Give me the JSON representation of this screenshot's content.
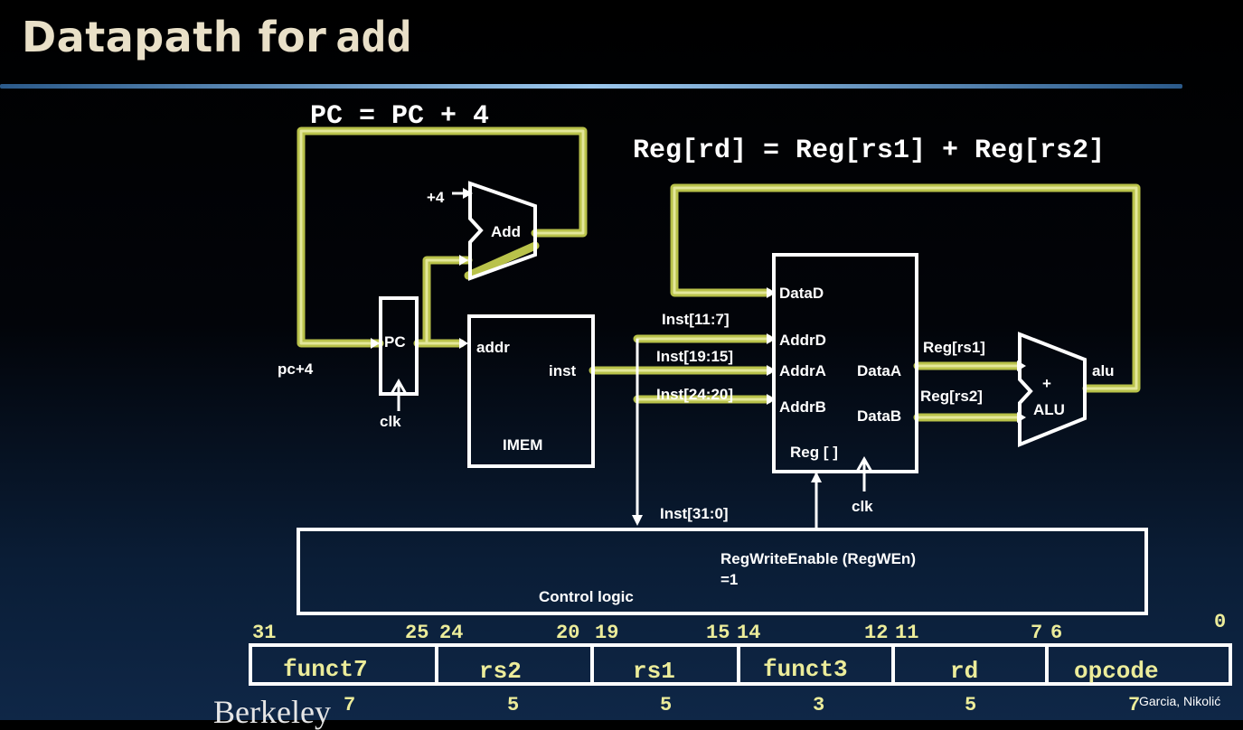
{
  "title": {
    "prefix": "Datapath for",
    "mono": "add"
  },
  "equations": {
    "pc": "PC = PC + 4",
    "reg": "Reg[rd] = Reg[rs1] + Reg[rs2]"
  },
  "adder": {
    "label": "Add",
    "const_input": "+4"
  },
  "pc": {
    "label": "PC",
    "input_label": "pc+4",
    "clock": "clk"
  },
  "imem": {
    "name": "IMEM",
    "addr_port": "addr",
    "inst_port": "inst"
  },
  "regfile": {
    "name": "Reg [ ]",
    "ports": {
      "datad": "DataD",
      "addrd": "AddrD",
      "addra": "AddrA",
      "addrb": "AddrB",
      "dataa": "DataA",
      "datab": "DataB"
    },
    "clock": "clk"
  },
  "inst_slices": {
    "rd": "Inst[11:7]",
    "rs1": "Inst[19:15]",
    "rs2": "Inst[24:20]",
    "full": "Inst[31:0]"
  },
  "alu": {
    "name": "ALU",
    "op": "+",
    "out_label": "alu",
    "in_a_label": "Reg[rs1]",
    "in_b_label": "Reg[rs2]"
  },
  "control": {
    "name": "Control logic",
    "signal": "RegWriteEnable (RegWEn)",
    "signal_value": "=1"
  },
  "format": {
    "fields": [
      {
        "name": "funct7",
        "hi": "31",
        "lo": "25",
        "width": "7"
      },
      {
        "name": "rs2",
        "hi": "24",
        "lo": "20",
        "width": "5"
      },
      {
        "name": "rs1",
        "hi": "19",
        "lo": "15",
        "width": "5"
      },
      {
        "name": "funct3",
        "hi": "14",
        "lo": "12",
        "width": "3"
      },
      {
        "name": "rd",
        "hi": "11",
        "lo": "7",
        "width": "5"
      },
      {
        "name": "opcode",
        "hi": "6",
        "lo": "0",
        "width": "7"
      }
    ]
  },
  "footer": {
    "credit": "Garcia, Nikolić",
    "brand": "Berkeley"
  },
  "colors": {
    "highlight": "#b9c24a",
    "field_text": "#ecec9a",
    "title": "#e9e0c8"
  }
}
